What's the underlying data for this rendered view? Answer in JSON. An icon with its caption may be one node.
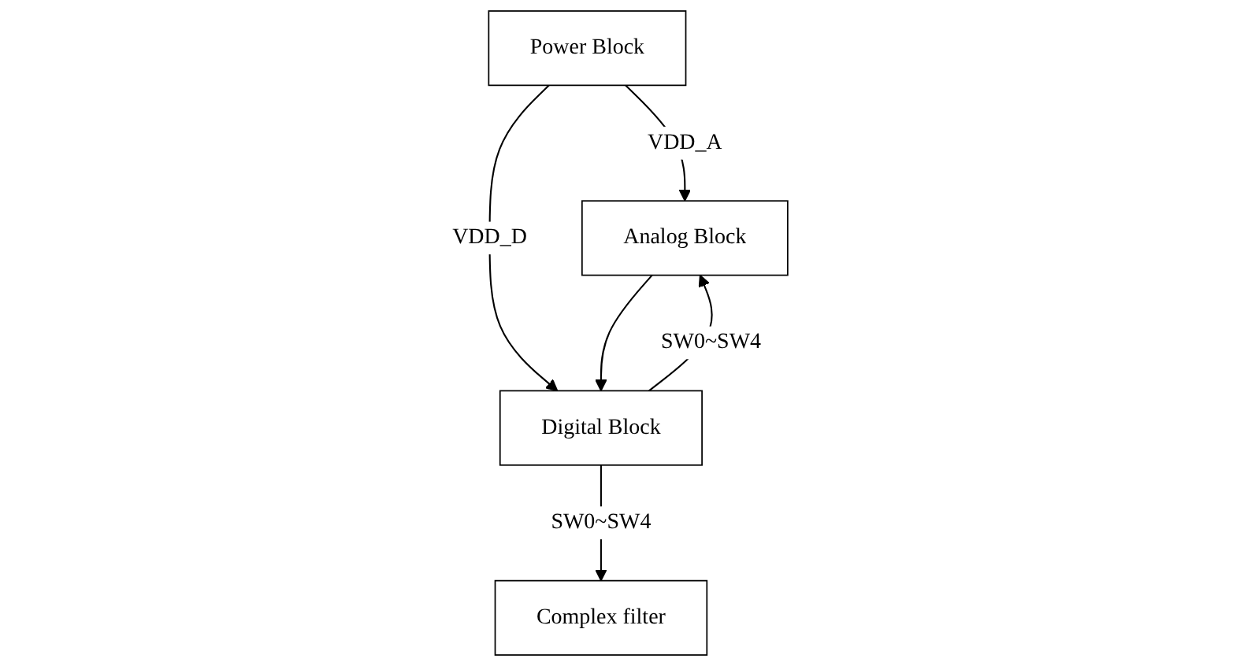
{
  "diagram": {
    "nodes": [
      {
        "text": [
          "Power Block"
        ]
      },
      {
        "text": [
          "Analog Block"
        ]
      },
      {
        "text": [
          "Digital Block"
        ]
      },
      {
        "text": [
          "Complex filter"
        ]
      }
    ],
    "edges": [
      {
        "from": 0,
        "to": 1,
        "arrow": "to",
        "label": "VDD_A"
      },
      {
        "from": 0,
        "to": 2,
        "arrow": "to",
        "label": "VDD_D"
      },
      {
        "from": 1,
        "to": 2,
        "arrow": "to"
      },
      {
        "from": 2,
        "to": 3,
        "arrow": "to",
        "label": "SW0~SW4"
      },
      {
        "from": 2,
        "to": 1,
        "arrow": "to",
        "label": "SW0~SW4"
      }
    ]
  }
}
